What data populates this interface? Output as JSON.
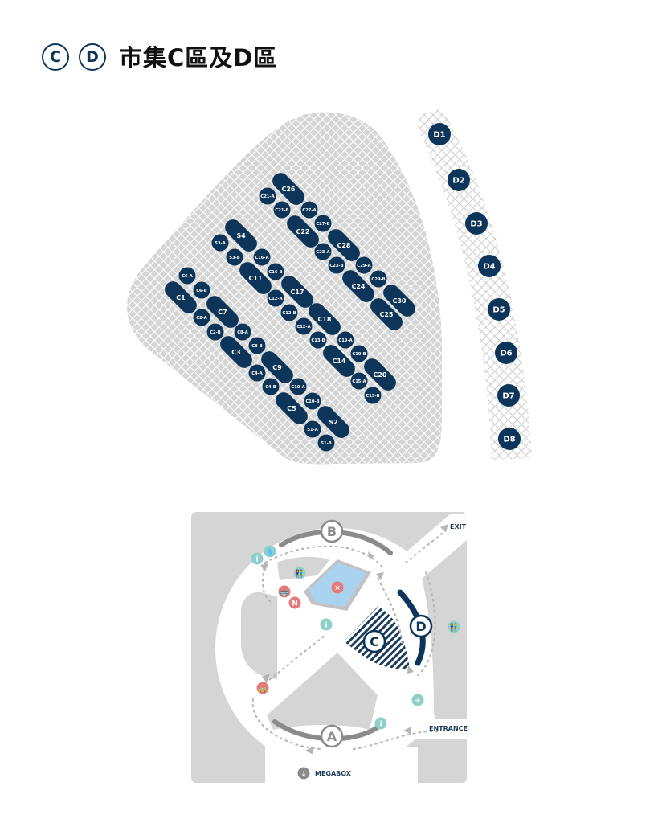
{
  "header": {
    "badge_c": "C",
    "badge_d": "D",
    "title": "市集C區及D區"
  },
  "colors": {
    "stall": "#0d3559",
    "ground": "#d5d5d5",
    "road": "#ffffff",
    "info": "#8ed0c8",
    "service": "#e57a7a",
    "water": "#a9d3ee",
    "arc": "#8b8b8b"
  },
  "stalls_c": [
    "C26",
    "C21-A",
    "C21-B",
    "C27-A",
    "C22",
    "C27-B",
    "C28",
    "C23-A",
    "C23-B",
    "C29-A",
    "C24",
    "C29-B",
    "C30",
    "C25",
    "S4",
    "S3-A",
    "S3-B",
    "C16-A",
    "C11",
    "C16-B",
    "C17",
    "C12-A",
    "C12-B",
    "C18",
    "C12-A",
    "C13-B",
    "C19-A",
    "C14",
    "C19-B",
    "C20",
    "C15-A",
    "C15-B",
    "C6-A",
    "C6-B",
    "C1",
    "C7",
    "C2-A",
    "C2-B",
    "C8-A",
    "C3",
    "C8-B",
    "C9",
    "C4-A",
    "C4-B",
    "C10-A",
    "C5",
    "C10-B",
    "S2",
    "S1-A",
    "S1-B"
  ],
  "stalls_d": [
    "D1",
    "D2",
    "D3",
    "D4",
    "D5",
    "D6",
    "D7",
    "D8"
  ],
  "overview": {
    "zone_b": "B",
    "zone_a": "A",
    "zone_c": "C",
    "zone_d": "D",
    "exit": "EXIT",
    "entrance": "ENTRANCE",
    "megabox": "MEGABOX",
    "icons": [
      {
        "name": "info-icon",
        "glyph": "i",
        "kind": "info"
      },
      {
        "name": "water-icon",
        "glyph": "💧",
        "kind": "info"
      },
      {
        "name": "toilet-icon",
        "glyph": "👫",
        "kind": "info"
      },
      {
        "name": "bus-icon",
        "glyph": "🚌",
        "kind": "service"
      },
      {
        "name": "north-icon",
        "glyph": "N",
        "kind": "service"
      },
      {
        "name": "no-entry-icon",
        "glyph": "✕",
        "kind": "service"
      },
      {
        "name": "info-icon-2",
        "glyph": "i",
        "kind": "info"
      },
      {
        "name": "toilet-icon-2",
        "glyph": "👫",
        "kind": "info"
      },
      {
        "name": "taxi-icon",
        "glyph": "🚕",
        "kind": "service"
      },
      {
        "name": "first-aid-icon",
        "glyph": "+",
        "kind": "info"
      },
      {
        "name": "info-icon-3",
        "glyph": "i",
        "kind": "info"
      },
      {
        "name": "down-arrow-icon",
        "glyph": "↓",
        "kind": "arc"
      }
    ]
  }
}
